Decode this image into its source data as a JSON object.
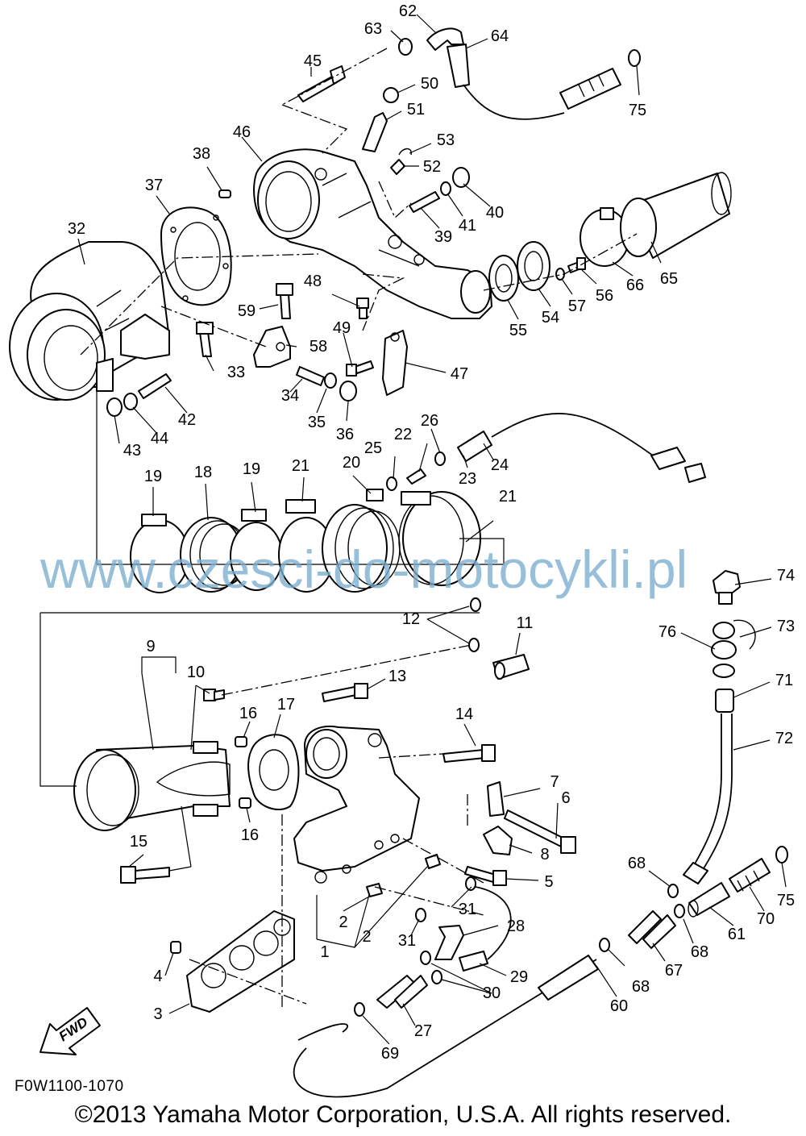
{
  "diagram_code": "F0W1100-1070",
  "copyright": "©2013 Yamaha Motor Corporation, U.S.A. All rights reserved.",
  "watermark": "www.czesci-do-motocykli.pl",
  "fwd_label": "FWD",
  "callouts": {
    "c1": "1",
    "c2a": "2",
    "c2b": "2",
    "c3": "3",
    "c4": "4",
    "c5": "5",
    "c6": "6",
    "c7": "7",
    "c8": "8",
    "c9": "9",
    "c10": "10",
    "c11": "11",
    "c12": "12",
    "c13": "13",
    "c14": "14",
    "c15": "15",
    "c16a": "16",
    "c16b": "16",
    "c17": "17",
    "c18": "18",
    "c19a": "19",
    "c19b": "19",
    "c20": "20",
    "c21a": "21",
    "c21b": "21",
    "c22": "22",
    "c23": "23",
    "c24": "24",
    "c25": "25",
    "c26": "26",
    "c27": "27",
    "c28": "28",
    "c29": "29",
    "c30": "30",
    "c31a": "31",
    "c31b": "31",
    "c32": "32",
    "c33": "33",
    "c34": "34",
    "c35": "35",
    "c36": "36",
    "c37": "37",
    "c38": "38",
    "c39": "39",
    "c40": "40",
    "c41": "41",
    "c42": "42",
    "c43": "43",
    "c44": "44",
    "c45": "45",
    "c46": "46",
    "c47": "47",
    "c48": "48",
    "c49": "49",
    "c50": "50",
    "c51": "51",
    "c52": "52",
    "c53": "53",
    "c54": "54",
    "c55": "55",
    "c56": "56",
    "c57": "57",
    "c58": "58",
    "c59": "59",
    "c60": "60",
    "c61": "61",
    "c62": "62",
    "c63": "63",
    "c64": "64",
    "c65": "65",
    "c66": "66",
    "c67": "67",
    "c68a": "68",
    "c68b": "68",
    "c68c": "68",
    "c69": "69",
    "c70": "70",
    "c71": "71",
    "c72": "72",
    "c73": "73",
    "c74": "74",
    "c75a": "75",
    "c75b": "75",
    "c76": "76"
  }
}
